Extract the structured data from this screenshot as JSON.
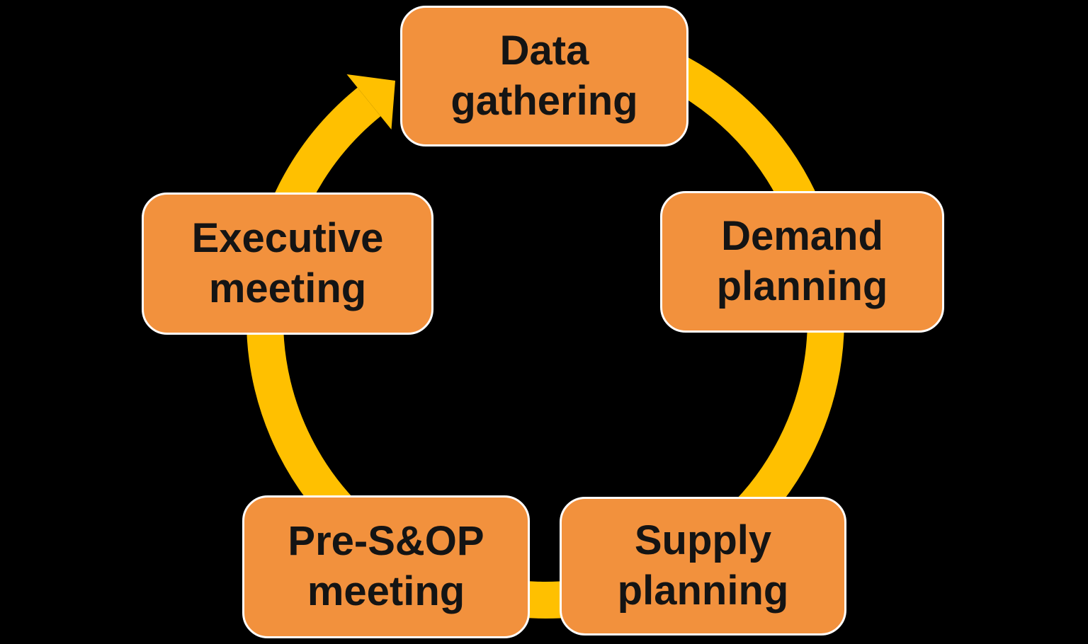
{
  "colors": {
    "background": "#000000",
    "box_fill": "#F2913D",
    "box_border": "#FFFFFF",
    "box_text": "#141414",
    "arrow": "#FFC000"
  },
  "diagram": {
    "type": "cycle",
    "direction": "clockwise",
    "nodes": [
      {
        "id": "data-gathering",
        "line1": "Data",
        "line2": "gathering"
      },
      {
        "id": "demand-planning",
        "line1": "Demand",
        "line2": "planning"
      },
      {
        "id": "supply-planning",
        "line1": "Supply",
        "line2": "planning"
      },
      {
        "id": "pre-sop-meeting",
        "line1": "Pre-S&OP",
        "line2": "meeting"
      },
      {
        "id": "executive-meeting",
        "line1": "Executive",
        "line2": "meeting"
      }
    ]
  }
}
